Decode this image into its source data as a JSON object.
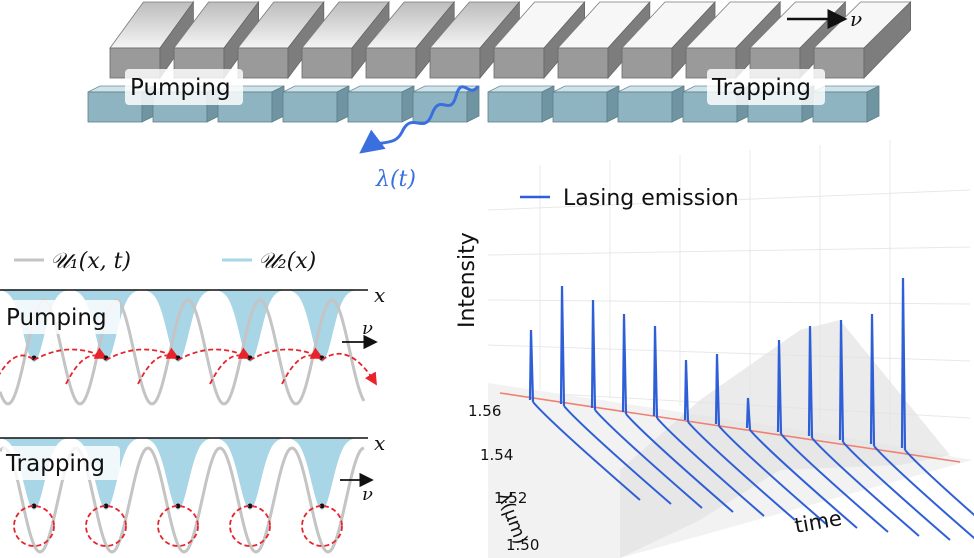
{
  "top": {
    "pumping_label": "Pumping",
    "trapping_label": "Trapping",
    "velocity_symbol": "ν",
    "wavelength_label": "λ(t)"
  },
  "potentials": {
    "legend_u1": "𝒰₁(x, t)",
    "legend_u2": "𝒰₂(x)",
    "x_symbol": "x",
    "velocity_symbol": "ν",
    "pumping_label": "Pumping",
    "trapping_label": "Trapping"
  },
  "colors": {
    "grey_potential": "#c4c4c4",
    "blue_potential": "#a9d6e7",
    "arrow_red": "#e8232b",
    "lasing_blue": "#2f5fd6",
    "wavelength_blue": "#3a6fe0"
  },
  "chart_data": {
    "type": "line3d",
    "legend": "Lasing emission",
    "z_label": "Intensity",
    "y_label": "λ(μm)",
    "x_label": "time",
    "y_ticks": [
      "1.56",
      "1.54",
      "1.52",
      "1.50"
    ],
    "ylim": [
      1.5,
      1.56
    ],
    "series_count": 13
  }
}
